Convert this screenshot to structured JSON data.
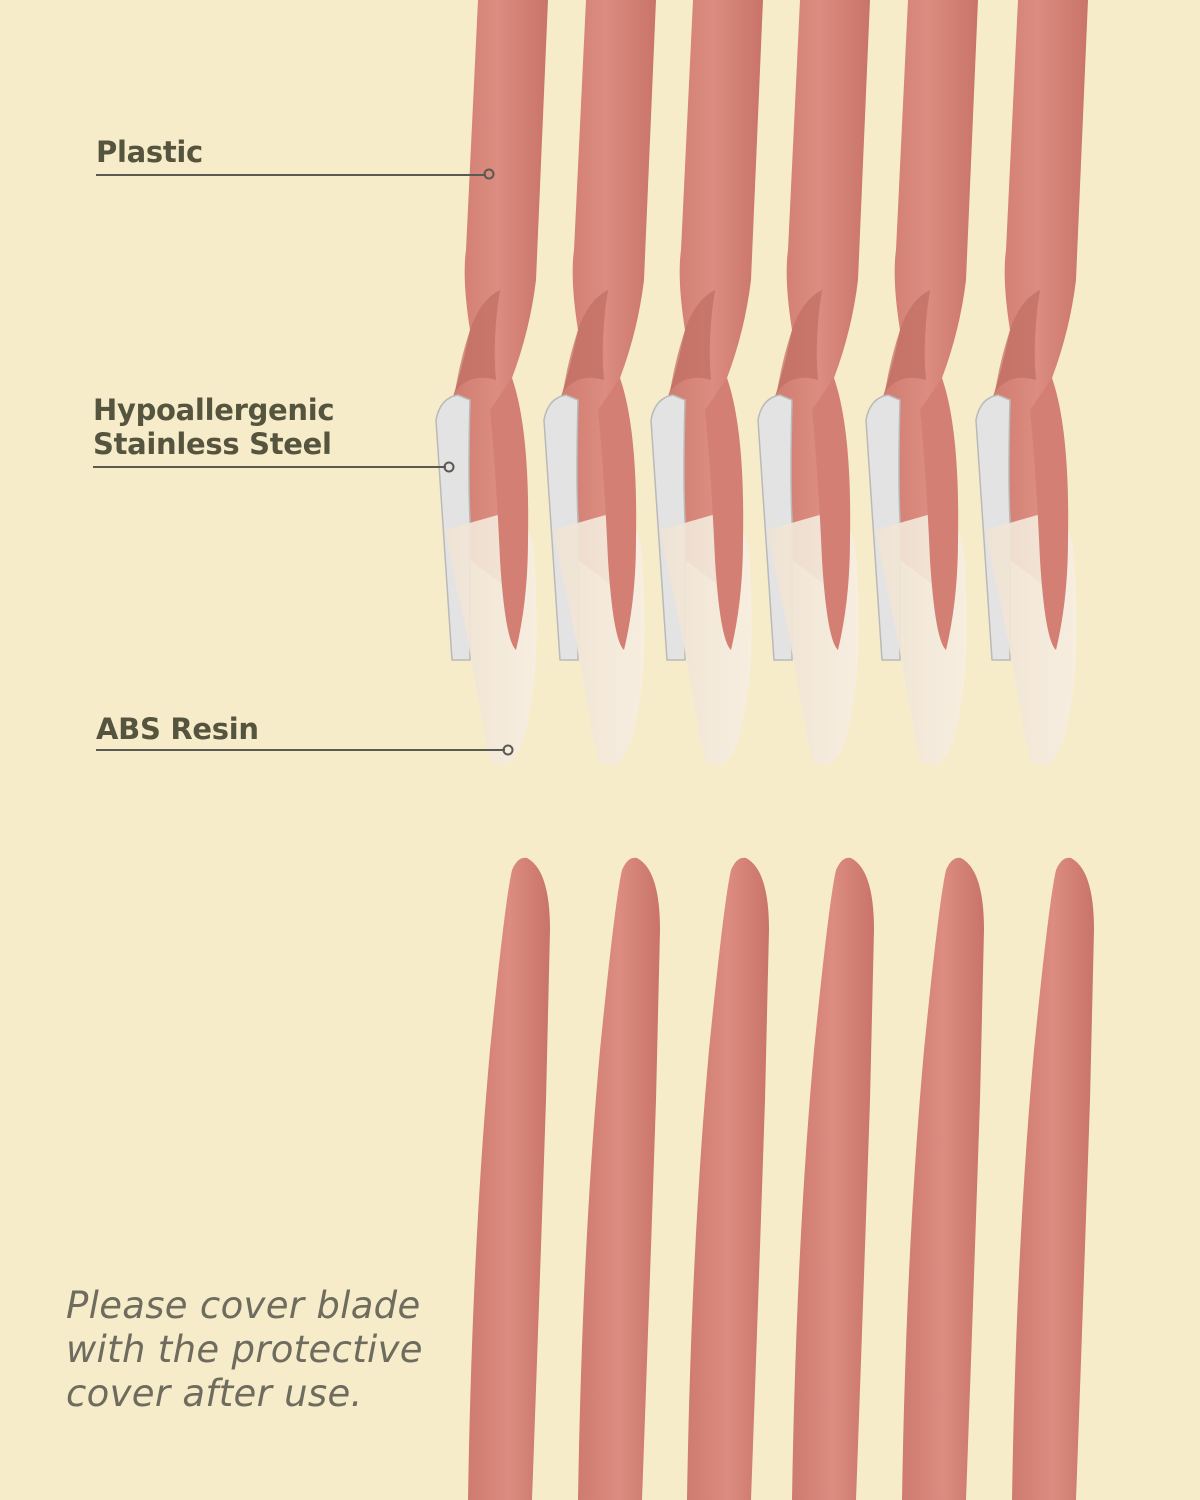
{
  "colors": {
    "background": "#f7ecc9",
    "handle": "#d7867a",
    "handle_shadow": "#c06e62",
    "guard": "#f2e6d6",
    "blade": "#e6e6e6",
    "label_text": "#55543f",
    "note_text": "#6e6c5e",
    "leader_line": "#5a5a50"
  },
  "labels": {
    "plastic": "Plastic",
    "steel_line1": "Hypoallergenic",
    "steel_line2": "Stainless Steel",
    "abs": "ABS Resin"
  },
  "note": {
    "line1": "Please cover blade",
    "line2": "with the protective",
    "line3": "cover after use."
  },
  "product": {
    "razor_count_top": 6,
    "handle_count_bottom": 6
  }
}
